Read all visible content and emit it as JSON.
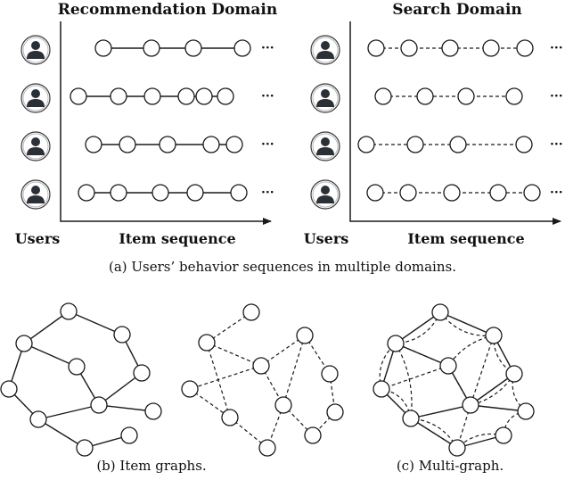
{
  "colors": {
    "ink": "#1a1a1a",
    "avatar_fill": "#2b2f36",
    "avatar_ring": "#3a3a3a",
    "background": "#ffffff"
  },
  "panel_a": {
    "rec_title": "Recommendation Domain",
    "search_title": "Search Domain",
    "users_label": "Users",
    "items_label": "Item sequence",
    "ellipsis": "···",
    "caption": "(a)  Users’ behavior sequences in multiple domains.",
    "user_icon": "user-avatar-icon",
    "user_count": 4
  },
  "panel_b": {
    "caption": "(b)  Item graphs."
  },
  "panel_c": {
    "caption": "(c)  Multi-graph."
  }
}
